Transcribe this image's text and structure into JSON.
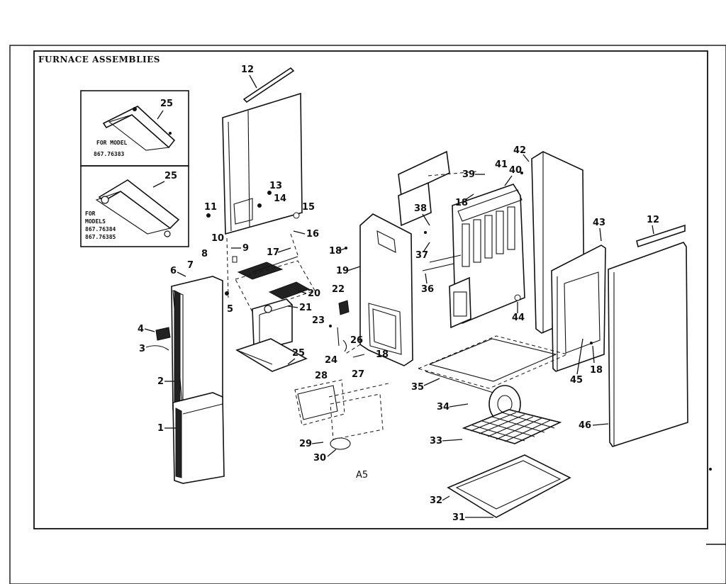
{
  "title": "FURNACE ASSEMBLIES",
  "page_code": "A5",
  "insets": [
    {
      "part": "25",
      "caption_lines": [
        "FOR MODEL",
        "867.76383"
      ]
    },
    {
      "part": "25",
      "caption_lines": [
        "FOR",
        "MODELS",
        "867.76384",
        "867.76385"
      ]
    }
  ],
  "callouts": [
    "1",
    "2",
    "3",
    "4",
    "5",
    "6",
    "7",
    "8",
    "9",
    "10",
    "11",
    "12",
    "13",
    "14",
    "15",
    "16",
    "17",
    "18",
    "19",
    "20",
    "21",
    "22",
    "23",
    "24",
    "25",
    "26",
    "27",
    "28",
    "29",
    "30",
    "31",
    "32",
    "33",
    "34",
    "35",
    "36",
    "37",
    "38",
    "39",
    "40",
    "41",
    "42",
    "43",
    "44",
    "45",
    "46",
    "12",
    "18",
    "18",
    "18",
    "25"
  ]
}
